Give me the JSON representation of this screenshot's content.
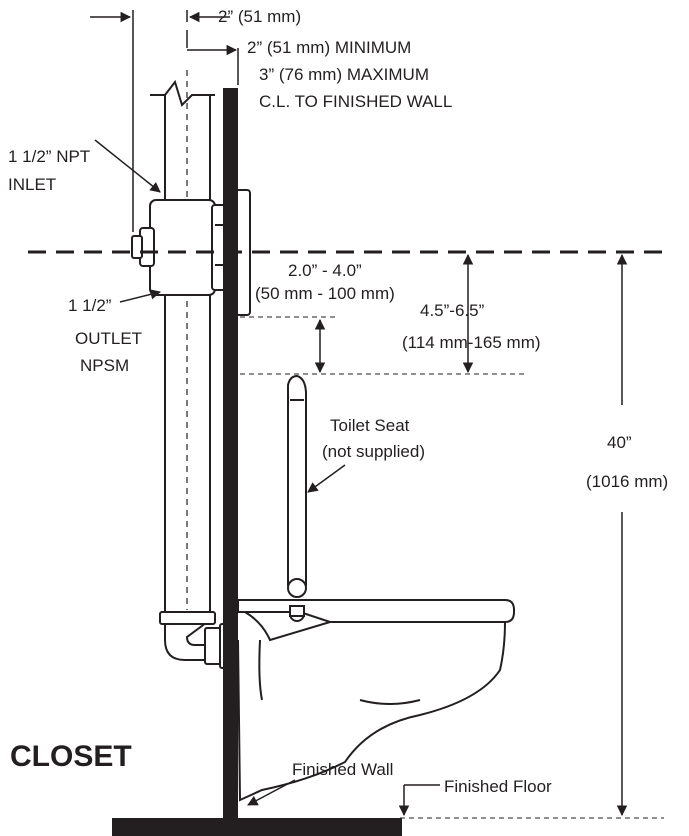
{
  "title": "CLOSET",
  "dimensions": {
    "pipe_offset": "2” (51 mm)",
    "cl_minimum": "2” (51 mm) MINIMUM",
    "cl_maximum": "3” (76 mm) MAXIMUM",
    "cl_to_wall": "C.L. TO FINISHED WALL",
    "inlet_line1": "1 1/2” NPT",
    "inlet_line2": "INLET",
    "outlet_line1": "1 1/2”",
    "outlet_line2": "OUTLET",
    "outlet_line3": "NPSM",
    "valve_to_seat_in": "2.0” - 4.0”",
    "valve_to_seat_mm": "(50 mm - 100 mm)",
    "valve_to_bowl_in": "4.5”-6.5”",
    "valve_to_bowl_mm": "(114 mm-165 mm)",
    "height_in": "40”",
    "height_mm": "(1016 mm)"
  },
  "callouts": {
    "toilet_seat_line1": "Toilet Seat",
    "toilet_seat_line2": "(not supplied)",
    "finished_wall": "Finished Wall",
    "finished_floor": "Finished Floor"
  },
  "colors": {
    "ink": "#231f20",
    "background": "#ffffff"
  }
}
